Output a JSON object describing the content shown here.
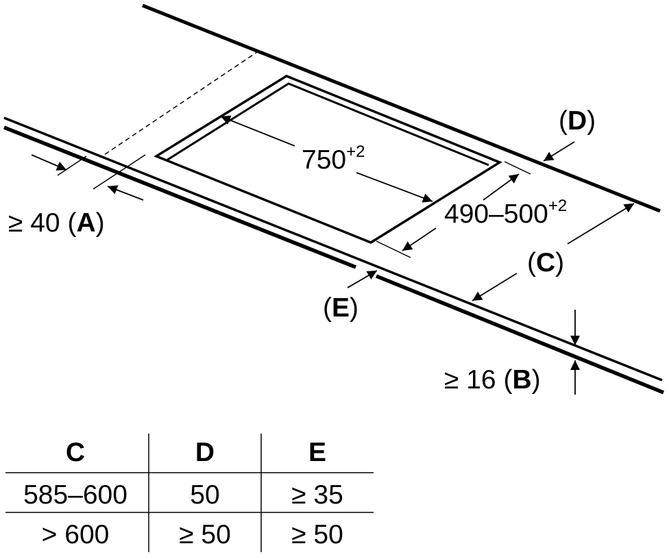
{
  "diagram": {
    "cutout_length": {
      "value": "750",
      "tolerance": "+2"
    },
    "cutout_depth": {
      "value": "490–500",
      "tolerance": "+2"
    },
    "label_a": {
      "prefix": "≥ 40 (",
      "letter": "A",
      "suffix": ")"
    },
    "label_b": {
      "prefix": "≥ 16 (",
      "letter": "B",
      "suffix": ")"
    },
    "label_c": {
      "open": "(",
      "letter": "C",
      "close": ")"
    },
    "label_d": {
      "open": "(",
      "letter": "D",
      "close": ")"
    },
    "label_e": {
      "open": "(",
      "letter": "E",
      "close": ")"
    }
  },
  "table": {
    "headers": [
      "C",
      "D",
      "E"
    ],
    "rows": [
      [
        "585–600",
        "50",
        "≥ 35"
      ],
      [
        "> 600",
        "≥ 50",
        "≥ 50"
      ]
    ]
  }
}
